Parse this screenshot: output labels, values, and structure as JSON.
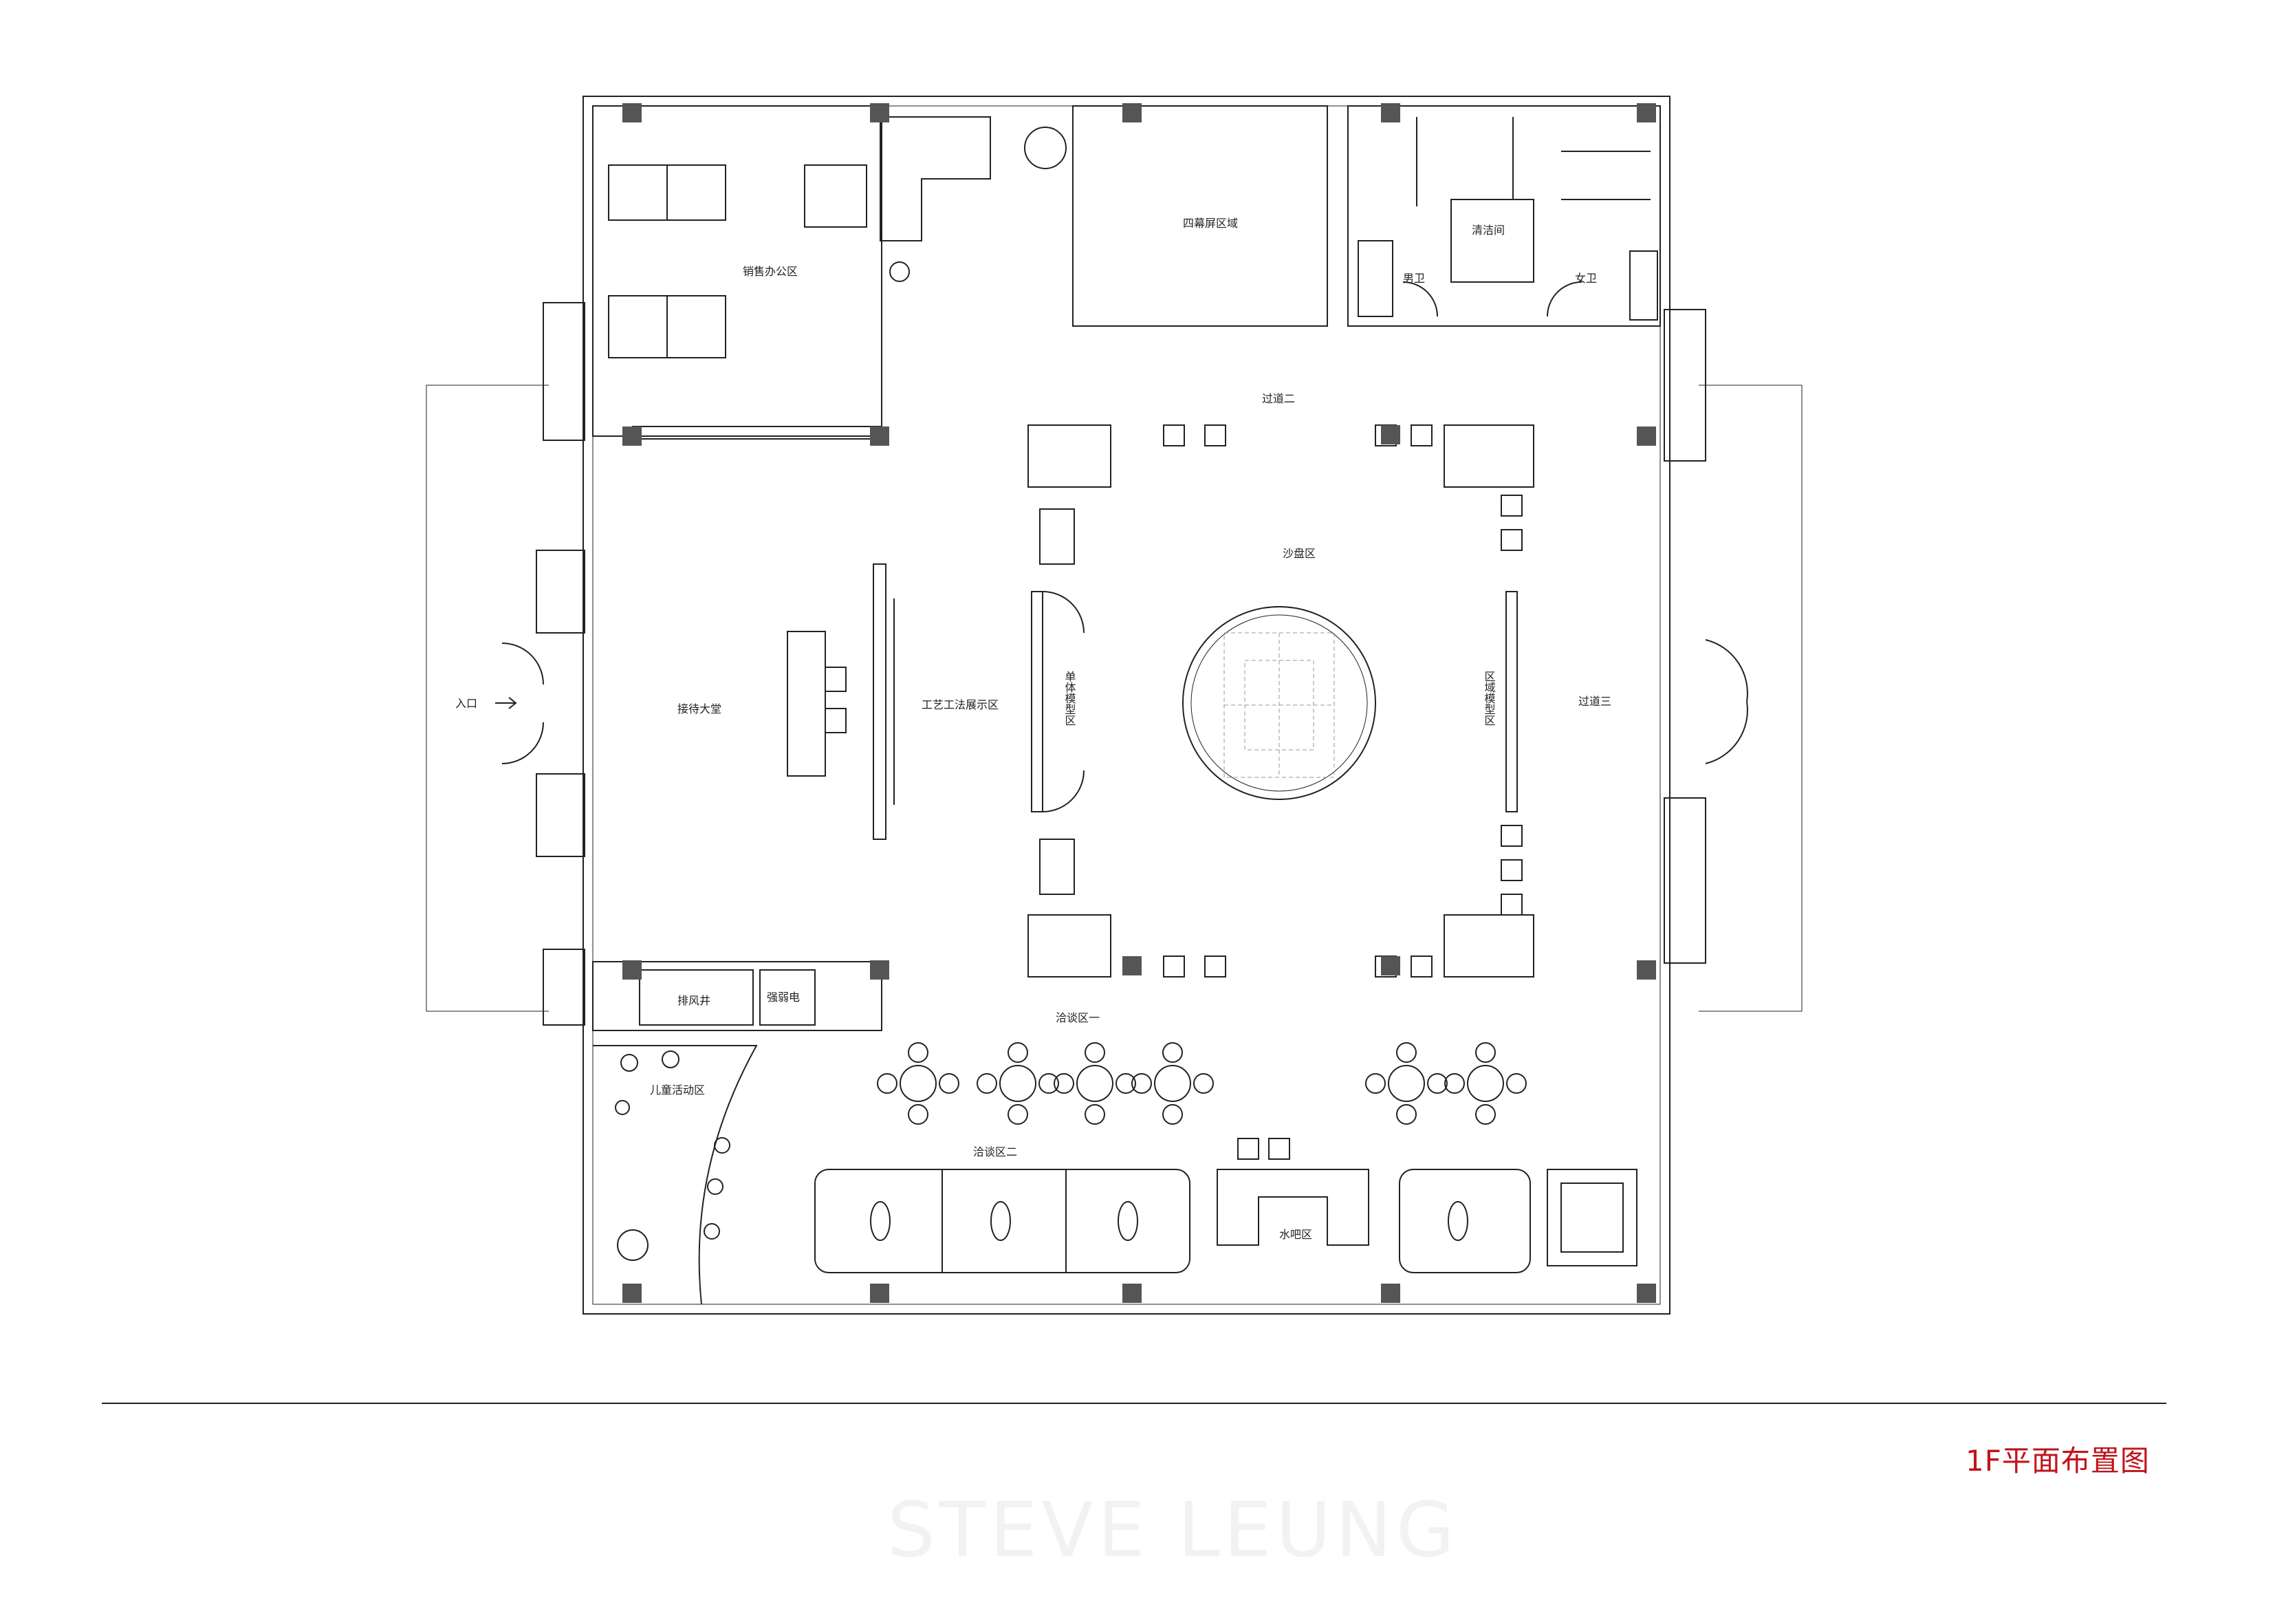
{
  "drawing_title": "1F平面布置图",
  "watermark": "STEVE LEUNG",
  "rooms": {
    "sales_office": "销售办公区",
    "screen_area": "四幕屏区域",
    "mens_restroom": "男卫",
    "cleaning_room": "清洁间",
    "womens_restroom": "女卫",
    "corridor_2": "过道二",
    "sand_table": "沙盘区",
    "entrance": "入口",
    "reception_hall": "接待大堂",
    "craft_display": "工艺工法展示区",
    "unit_model": "单体模型区",
    "area_model": "区域模型区",
    "corridor_3": "过道三",
    "exhaust_shaft": "排风井",
    "electrical": "强弱电",
    "kids_area": "儿童活动区",
    "negotiation_1": "洽谈区一",
    "negotiation_2": "洽谈区二",
    "water_bar": "水吧区"
  },
  "colors": {
    "line": "#222222",
    "title": "#c0141c",
    "column": "#555555"
  }
}
